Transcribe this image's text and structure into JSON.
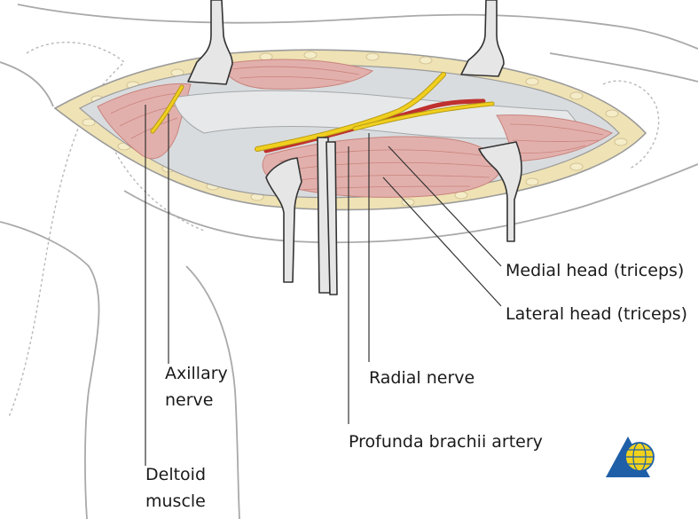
{
  "colors": {
    "skin_outline": "#a9a9a9",
    "bone_outline": "#b8b8b8",
    "muscle": "#e2b0ac",
    "muscle_dark": "#c8827c",
    "fascia": "#d9dcde",
    "fat": "#efe2b4",
    "nerve": "#f1cf1f",
    "artery": "#c0302e",
    "instrument": "#e6e6e6",
    "leader_line": "#333333",
    "logo_blue": "#1f5fa8",
    "logo_yellow": "#f2d21b"
  },
  "labels": {
    "medial_head": "Medial head (triceps)",
    "lateral_head": "Lateral head (triceps)",
    "axillary_line1": "Axillary",
    "axillary_line2": "nerve",
    "radial_nerve": "Radial nerve",
    "profunda_artery": "Profunda brachii artery",
    "deltoid_line1": "Deltoid",
    "deltoid_line2": "muscle"
  },
  "logo": {
    "icon": "triangle-globe-logo-icon"
  }
}
